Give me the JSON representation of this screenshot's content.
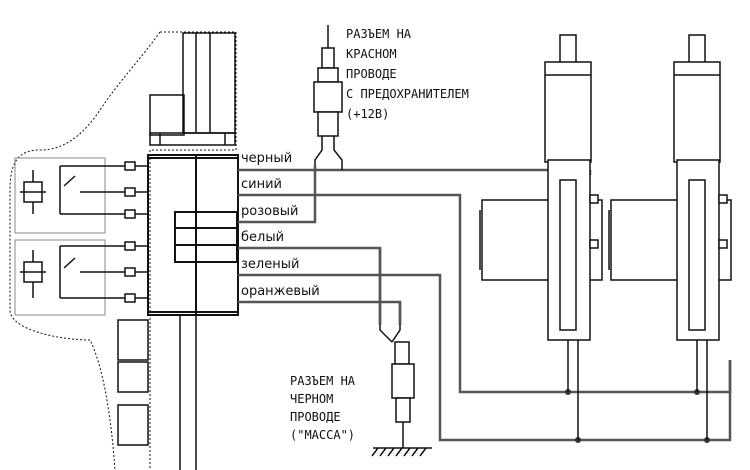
{
  "colors": {
    "line": "#111111",
    "wire_gray": "#555555",
    "background": "#ffffff"
  },
  "connectors": {
    "red": {
      "lines": [
        "РАЗЪЕМ НА",
        "КРАСНОМ",
        "ПРОВОДЕ",
        "С ПРЕДОХРАНИТЕЛЕМ",
        "(+12В)"
      ]
    },
    "black": {
      "lines": [
        "РАЗЪЕМ НА",
        "ЧЕРНОМ",
        "ПРОВОДЕ",
        "(\"МАССА\")"
      ]
    }
  },
  "wires": [
    {
      "label": "черный"
    },
    {
      "label": "синий"
    },
    {
      "label": "розовый"
    },
    {
      "label": "белый"
    },
    {
      "label": "зеленый"
    },
    {
      "label": "оранжевый"
    }
  ],
  "icons": {
    "relay": "relay-coil-icon",
    "ground": "ground-icon",
    "actuator": "door-lock-actuator-icon"
  }
}
